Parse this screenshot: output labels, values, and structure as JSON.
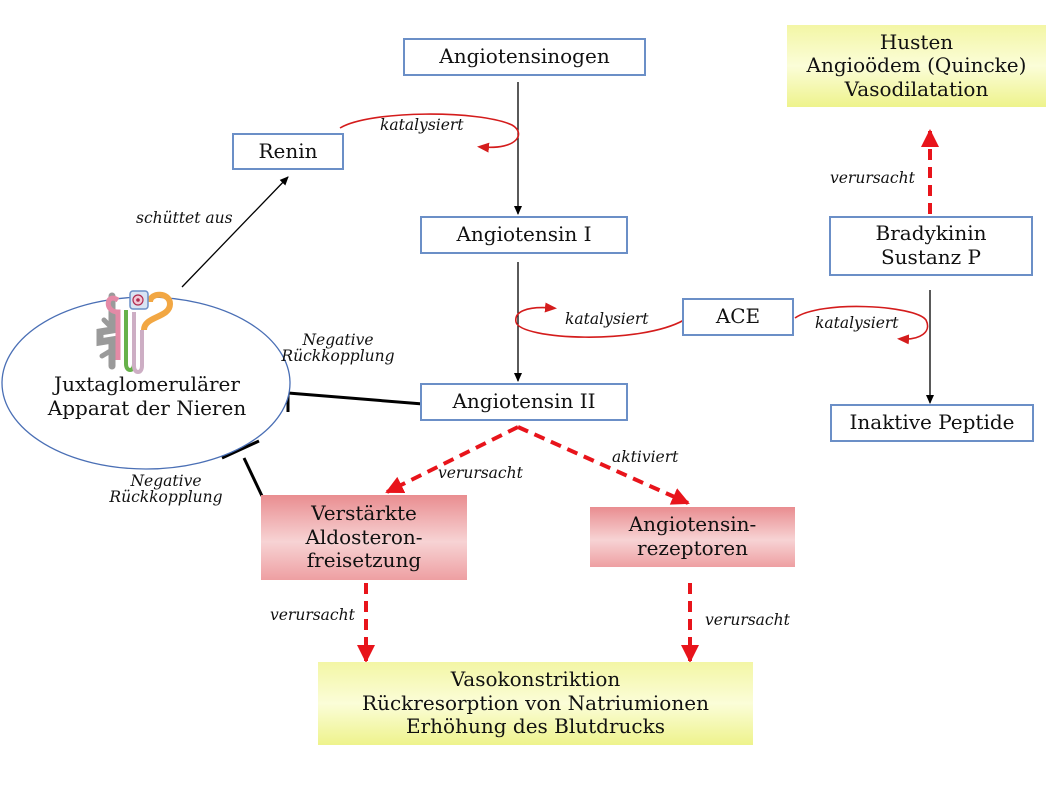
{
  "nodes": {
    "angiotensinogen": "Angiotensinogen",
    "renin": "Renin",
    "angiotensin1": "Angiotensin I",
    "ace": "ACE",
    "angiotensin2": "Angiotensin II",
    "bradykinin": [
      "Bradykinin",
      "Sustanz P"
    ],
    "inaktive_peptide": "Inaktive Peptide",
    "husten_box": [
      "Husten",
      "Angioödem (Quincke)",
      "Vasodilatation"
    ],
    "aldosteron": [
      "Verstärkte",
      "Aldosteron-",
      "freisetzung"
    ],
    "rezeptoren": [
      "Angiotensin-",
      "rezeptoren"
    ],
    "bottom_box": [
      "Vasokonstriktion",
      "Rückresorption von Natriumionen",
      "Erhöhung des Blutdrucks"
    ],
    "juxta": [
      "Juxtaglomerulärer",
      "Apparat der Nieren"
    ]
  },
  "edge_labels": {
    "katalysiert_renin": "katalysiert",
    "katalysiert_ace_left": "katalysiert",
    "katalysiert_ace_right": "katalysiert",
    "schuettet_aus": "schüttet aus",
    "neg_feedback_top": [
      "Negative",
      "Rückkopplung"
    ],
    "neg_feedback_bottom": [
      "Negative",
      "Rückkopplung"
    ],
    "verursacht_aldo": "verursacht",
    "aktiviert": "aktiviert",
    "verursacht_left": "verursacht",
    "verursacht_right": "verursacht",
    "verursacht_brady": "verursacht"
  },
  "colors": {
    "box_border": "#6b8fc7",
    "effect_arrow": "#e8141b",
    "catalyst_arc": "#d41c1c",
    "ellipse_border": "#4a6fb5"
  }
}
